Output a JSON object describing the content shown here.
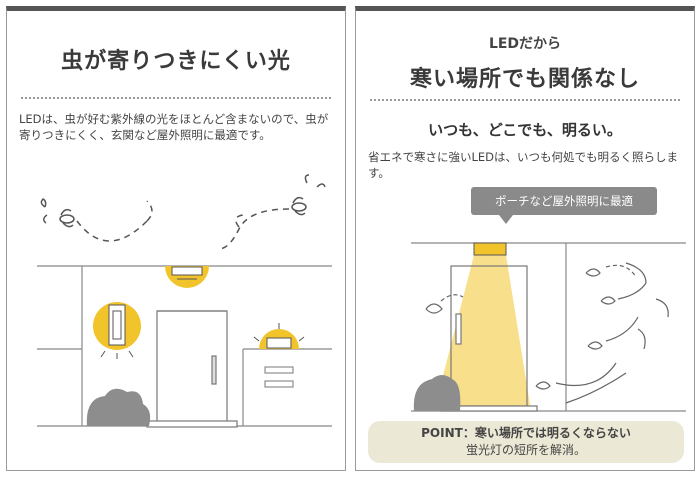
{
  "left_panel": {
    "headline": "虫が寄りつきにくい光",
    "body": "LEDは、虫が好む紫外線の光をほとんど含まないので、虫が寄りつきにくく、玄関など屋外照明に最適です。"
  },
  "right_panel": {
    "kicker": "LEDだから",
    "headline": "寒い場所でも関係なし",
    "subhead": "いつも、どこでも、明るい。",
    "body": "省エネで寒さに強いLEDは、いつも何処でも明るく照らします。",
    "tooltip": "ポーチなど屋外照明に最適",
    "point_line1": "POINT：寒い場所では明るくならない",
    "point_line2": "蛍光灯の短所を解消。"
  },
  "colors": {
    "light_yellow": "#f2c42c",
    "gray_text": "#444444",
    "point_bg": "#ece8d6",
    "tooltip_bg": "#8a8a8a"
  }
}
